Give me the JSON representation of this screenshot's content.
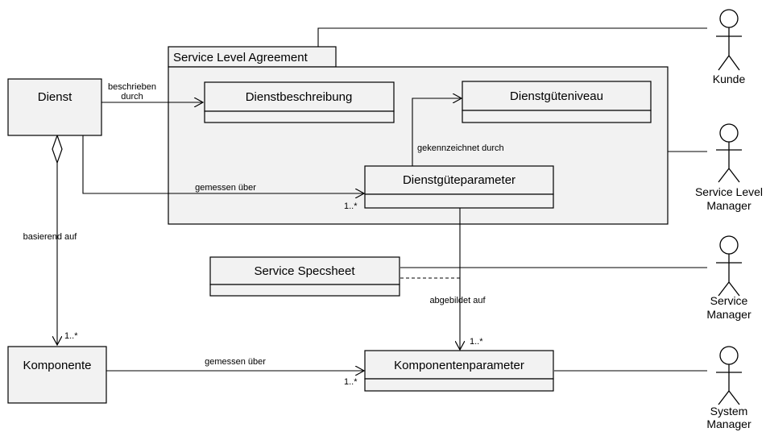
{
  "package": {
    "title": "Service Level Agreement"
  },
  "classes": {
    "dienst": "Dienst",
    "dienstbeschreibung": "Dienstbeschreibung",
    "dienstgueteniveau": "Dienstgüteniveau",
    "dienstgueteparameter": "Dienstgüteparameter",
    "service_specsheet": "Service Specsheet",
    "komponente": "Komponente",
    "komponentenparameter": "Komponentenparameter"
  },
  "labels": {
    "beschrieben_1": "beschrieben",
    "beschrieben_2": "durch",
    "gekennzeichnet": "gekennzeichnet durch",
    "gemessen_1": "gemessen über",
    "gemessen_2": "gemessen über",
    "basierend": "basierend auf",
    "abgebildet": "abgebildet auf"
  },
  "multiplicities": {
    "m1": "1..*",
    "m2": "1..*",
    "m3": "1..*",
    "m4": "1..*"
  },
  "actors": {
    "kunde": [
      "Kunde"
    ],
    "slm": [
      "Service Level",
      "Manager"
    ],
    "sm": [
      "Service",
      "Manager"
    ],
    "sysm": [
      "System",
      "Manager"
    ]
  }
}
